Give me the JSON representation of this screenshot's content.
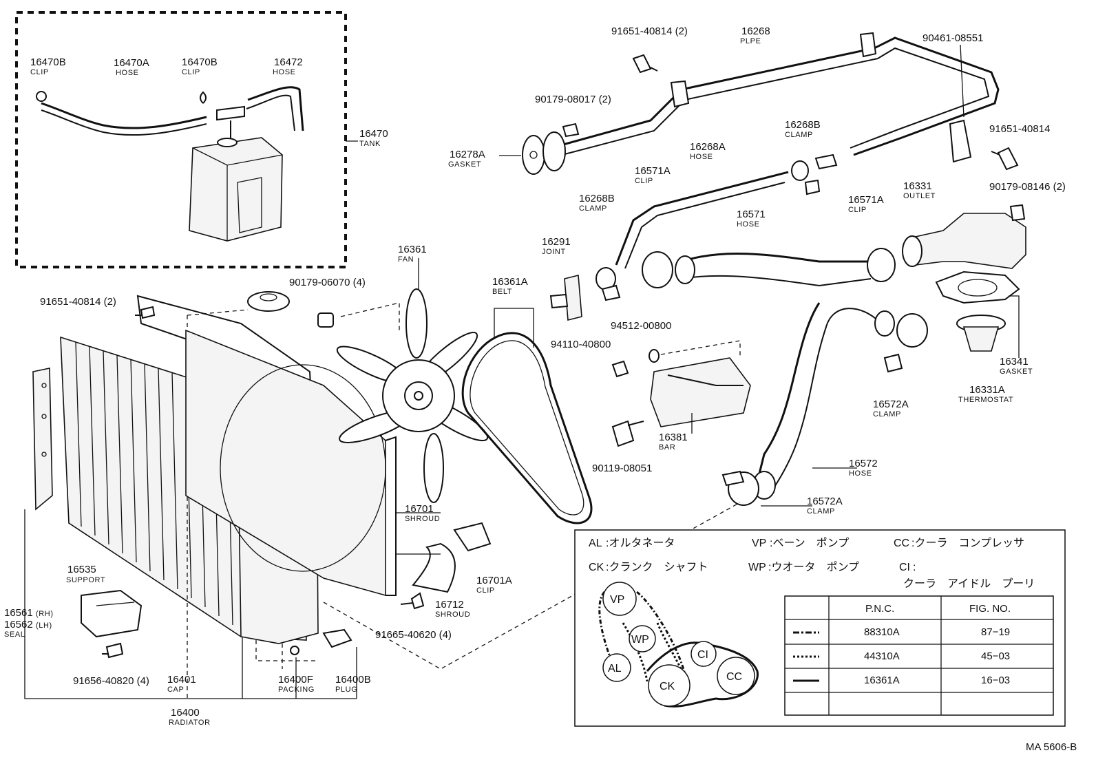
{
  "diagram_id": "MA 5606-B",
  "tank_group": {
    "assembly": {
      "pn": "16470",
      "name": "TANK"
    },
    "parts": [
      {
        "pn": "16470B",
        "name": "CLIP"
      },
      {
        "pn": "16470A",
        "name": "HOSE"
      },
      {
        "pn": "16470B",
        "name": "CLIP"
      },
      {
        "pn": "16472",
        "name": "HOSE"
      }
    ]
  },
  "parts": [
    {
      "pn": "91651-40814 (2)",
      "name": ""
    },
    {
      "pn": "16268",
      "name": "PLPE"
    },
    {
      "pn": "90461-08551",
      "name": ""
    },
    {
      "pn": "90179-08017 (2)",
      "name": ""
    },
    {
      "pn": "16278A",
      "name": "GASKET"
    },
    {
      "pn": "16268B",
      "name": "CLAMP"
    },
    {
      "pn": "91651-40814",
      "name": ""
    },
    {
      "pn": "16268A",
      "name": "HOSE"
    },
    {
      "pn": "16571A",
      "name": "CLIP"
    },
    {
      "pn": "16331",
      "name": "OUTLET"
    },
    {
      "pn": "90179-08146 (2)",
      "name": ""
    },
    {
      "pn": "16268B",
      "name": "CLAMP"
    },
    {
      "pn": "16571",
      "name": "HOSE"
    },
    {
      "pn": "16571A",
      "name": "CLIP"
    },
    {
      "pn": "16291",
      "name": "JOINT"
    },
    {
      "pn": "16361",
      "name": "FAN"
    },
    {
      "pn": "16361A",
      "name": "BELT"
    },
    {
      "pn": "90179-06070 (4)",
      "name": ""
    },
    {
      "pn": "91651-40814 (2)",
      "name": ""
    },
    {
      "pn": "94512-00800",
      "name": ""
    },
    {
      "pn": "94110-40800",
      "name": ""
    },
    {
      "pn": "16341",
      "name": "GASKET"
    },
    {
      "pn": "16331A",
      "name": "THERMOSTAT"
    },
    {
      "pn": "16572A",
      "name": "CLAMP"
    },
    {
      "pn": "16381",
      "name": "BAR"
    },
    {
      "pn": "90119-08051",
      "name": ""
    },
    {
      "pn": "16572",
      "name": "HOSE"
    },
    {
      "pn": "16572A",
      "name": "CLAMP"
    },
    {
      "pn": "16701",
      "name": "SHROUD"
    },
    {
      "pn": "16701A",
      "name": "CLIP"
    },
    {
      "pn": "16535",
      "name": "SUPPORT"
    },
    {
      "pn": "16712",
      "name": "SHROUD"
    },
    {
      "pn": "91665-40620 (4)",
      "name": ""
    },
    {
      "pn": "91656-40820 (4)",
      "name": ""
    },
    {
      "pn": "16401",
      "name": "CAP"
    },
    {
      "pn": "16400F",
      "name": "PACKING"
    },
    {
      "pn": "16400B",
      "name": "PLUG"
    },
    {
      "pn": "16400",
      "name": "RADIATOR"
    }
  ],
  "seal": {
    "line1": "16561",
    "line1_side": "(RH)",
    "line2": "16562",
    "line2_side": "(LH)",
    "name": "SEAL"
  },
  "legend": {
    "row1": [
      {
        "code": "AL",
        "text": ":オルタネータ"
      },
      {
        "code": "VP",
        "text": ":ベーン　ポンプ"
      },
      {
        "code": "CC",
        "text": ":クーラ　コンプレッサ"
      }
    ],
    "row2": [
      {
        "code": "CK",
        "text": ":クランク　シャフト"
      },
      {
        "code": "WP",
        "text": ":ウオータ　ポンプ"
      },
      {
        "code": "CI",
        "text": ":"
      }
    ],
    "row3": "クーラ　アイドル　プーリ",
    "pulleys": [
      "VP",
      "WP",
      "AL",
      "CK",
      "CI",
      "CC"
    ],
    "table": {
      "headers": [
        "P.N.C.",
        "FIG. NO."
      ],
      "rows": [
        {
          "line": "dash-dot",
          "pnc": "88310A",
          "fig": "87−19"
        },
        {
          "line": "dotted",
          "pnc": "44310A",
          "fig": "45−03"
        },
        {
          "line": "solid",
          "pnc": "16361A",
          "fig": "16−03"
        },
        {
          "line": "",
          "pnc": "",
          "fig": ""
        }
      ]
    }
  }
}
